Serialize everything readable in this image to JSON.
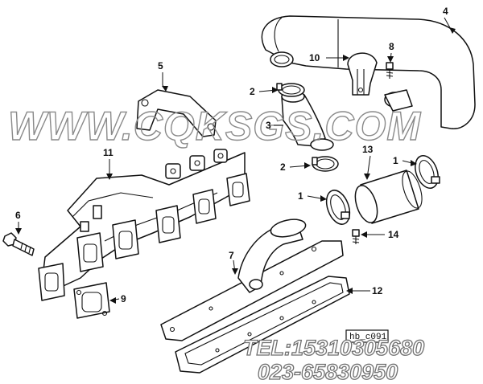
{
  "diagram": {
    "callouts": [
      "1",
      "1",
      "2",
      "2",
      "3",
      "4",
      "5",
      "6",
      "7",
      "8",
      "9",
      "10",
      "11",
      "12",
      "13",
      "14"
    ],
    "figure_id": "hb_c091"
  },
  "watermark": {
    "site": "WWW.CQKSGS.COM",
    "tel": "TEL:15310305680",
    "phone": "023-65830950"
  },
  "colors": {
    "line": "#111111",
    "watermark": "#8a8a8a",
    "background": "#ffffff"
  }
}
